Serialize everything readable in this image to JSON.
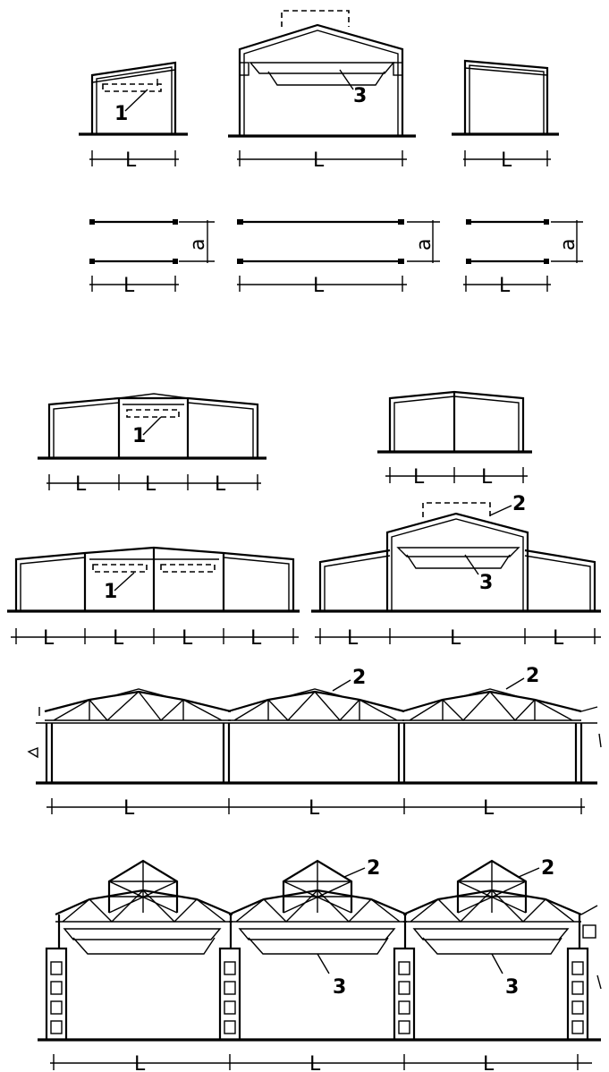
{
  "labels": {
    "span": "L",
    "spacing": "a",
    "callout_1": "1",
    "callout_2": "2",
    "callout_3": "3"
  }
}
